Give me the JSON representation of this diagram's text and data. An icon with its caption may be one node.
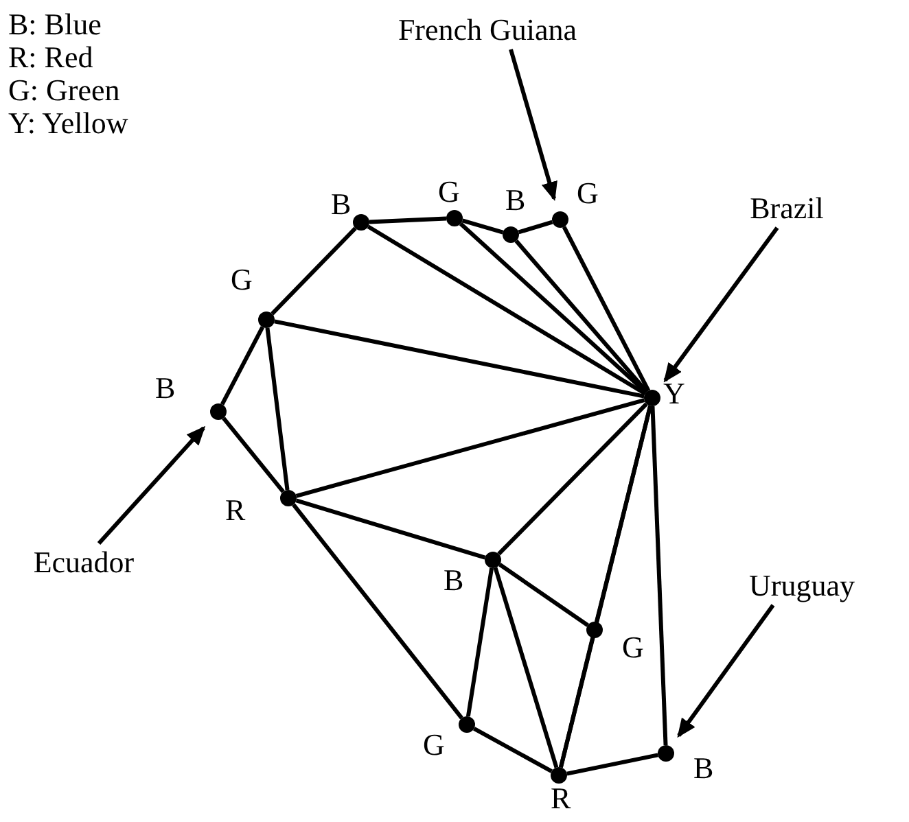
{
  "diagram": {
    "nodes": [
      {
        "text": [],
        "shape": "circle",
        "beside": [
          "B"
        ]
      },
      {
        "text": [],
        "shape": "circle",
        "beside": [
          "G"
        ]
      },
      {
        "text": [],
        "shape": "circle",
        "beside": [
          "B"
        ]
      },
      {
        "text": [],
        "shape": "circle",
        "beside": [
          "G"
        ]
      },
      {
        "text": [],
        "shape": "circle",
        "beside": [
          "G"
        ]
      },
      {
        "text": [],
        "shape": "circle",
        "beside": [
          "B"
        ]
      },
      {
        "text": [],
        "shape": "circle",
        "beside": [
          "Y"
        ]
      },
      {
        "text": [],
        "shape": "circle",
        "beside": [
          "R"
        ]
      },
      {
        "text": [],
        "shape": "circle",
        "beside": [
          "B"
        ]
      },
      {
        "text": [],
        "shape": "circle",
        "beside": [
          "G"
        ]
      },
      {
        "text": [],
        "shape": "circle",
        "beside": [
          "G"
        ]
      },
      {
        "text": [],
        "shape": "circle",
        "beside": [
          "R"
        ]
      },
      {
        "text": [],
        "shape": "circle",
        "beside": [
          "B"
        ]
      },
      {
        "text": [
          "French Guiana"
        ]
      },
      {
        "text": [
          "Brazil"
        ]
      },
      {
        "text": [
          "Ecuador"
        ]
      },
      {
        "text": [
          "Uruguay"
        ]
      }
    ],
    "edges": [
      {
        "from": 0,
        "to": 1,
        "arrow": "none"
      },
      {
        "from": 1,
        "to": 2,
        "arrow": "none"
      },
      {
        "from": 2,
        "to": 3,
        "arrow": "none"
      },
      {
        "from": 0,
        "to": 4,
        "arrow": "none"
      },
      {
        "from": 0,
        "to": 6,
        "arrow": "none"
      },
      {
        "from": 1,
        "to": 6,
        "arrow": "none"
      },
      {
        "from": 2,
        "to": 6,
        "arrow": "none"
      },
      {
        "from": 3,
        "to": 6,
        "arrow": "none"
      },
      {
        "from": 4,
        "to": 6,
        "arrow": "none"
      },
      {
        "from": 4,
        "to": 5,
        "arrow": "none"
      },
      {
        "from": 4,
        "to": 7,
        "arrow": "none"
      },
      {
        "from": 5,
        "to": 7,
        "arrow": "none"
      },
      {
        "from": 7,
        "to": 6,
        "arrow": "none"
      },
      {
        "from": 7,
        "to": 8,
        "arrow": "none"
      },
      {
        "from": 8,
        "to": 6,
        "arrow": "none"
      },
      {
        "from": 7,
        "to": 10,
        "arrow": "none"
      },
      {
        "from": 8,
        "to": 10,
        "arrow": "none"
      },
      {
        "from": 8,
        "to": 11,
        "arrow": "none"
      },
      {
        "from": 8,
        "to": 9,
        "arrow": "none"
      },
      {
        "from": 9,
        "to": 6,
        "arrow": "none"
      },
      {
        "from": 9,
        "to": 11,
        "arrow": "none"
      },
      {
        "from": 10,
        "to": 11,
        "arrow": "none"
      },
      {
        "from": 11,
        "to": 6,
        "arrow": "none"
      },
      {
        "from": 11,
        "to": 12,
        "arrow": "none"
      },
      {
        "from": 12,
        "to": 6,
        "arrow": "none"
      },
      {
        "from": 13,
        "to": 3,
        "arrow": "to"
      },
      {
        "from": 14,
        "to": 6,
        "arrow": "to"
      },
      {
        "from": 15,
        "to": 5,
        "arrow": "to"
      },
      {
        "from": 16,
        "to": 12,
        "arrow": "to"
      }
    ],
    "labels": [
      "B: Blue",
      "R: Red",
      "G: Green",
      "Y: Yellow"
    ]
  }
}
